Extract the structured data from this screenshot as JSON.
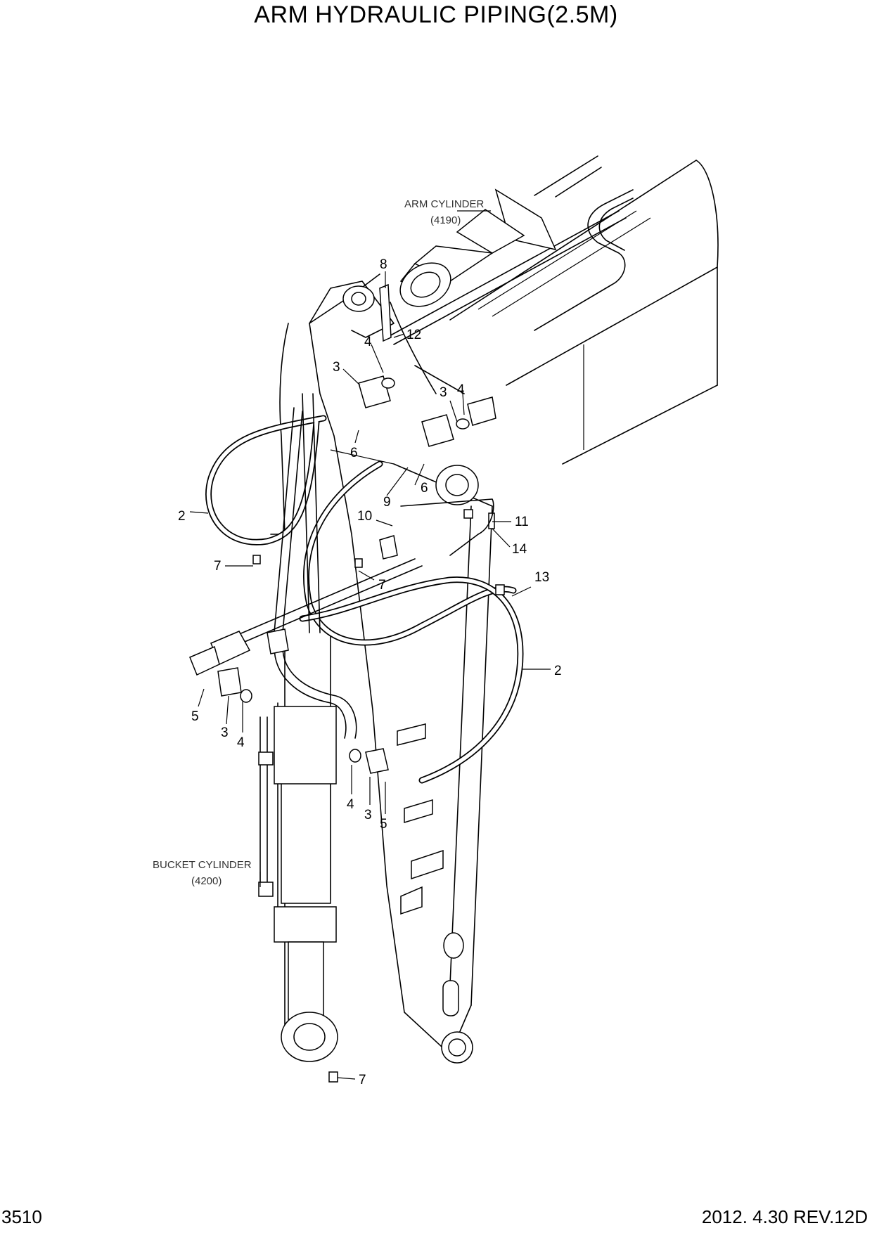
{
  "title": "ARM HYDRAULIC PIPING(2.5M)",
  "page_number": "3510",
  "revision": "2012. 4.30  REV.12D",
  "notes": [
    {
      "id": "arm-cylinder",
      "line1": "ARM CYLINDER",
      "line2": "(4190)"
    },
    {
      "id": "bucket-cylinder",
      "line1": "BUCKET CYLINDER",
      "line2": "(4200)"
    }
  ],
  "callouts": [
    "8",
    "12",
    "4",
    "3",
    "3",
    "4",
    "6",
    "9",
    "6",
    "2",
    "10",
    "11",
    "14",
    "7",
    "7",
    "13",
    "2",
    "5",
    "3",
    "4",
    "4",
    "3",
    "5",
    "7"
  ]
}
